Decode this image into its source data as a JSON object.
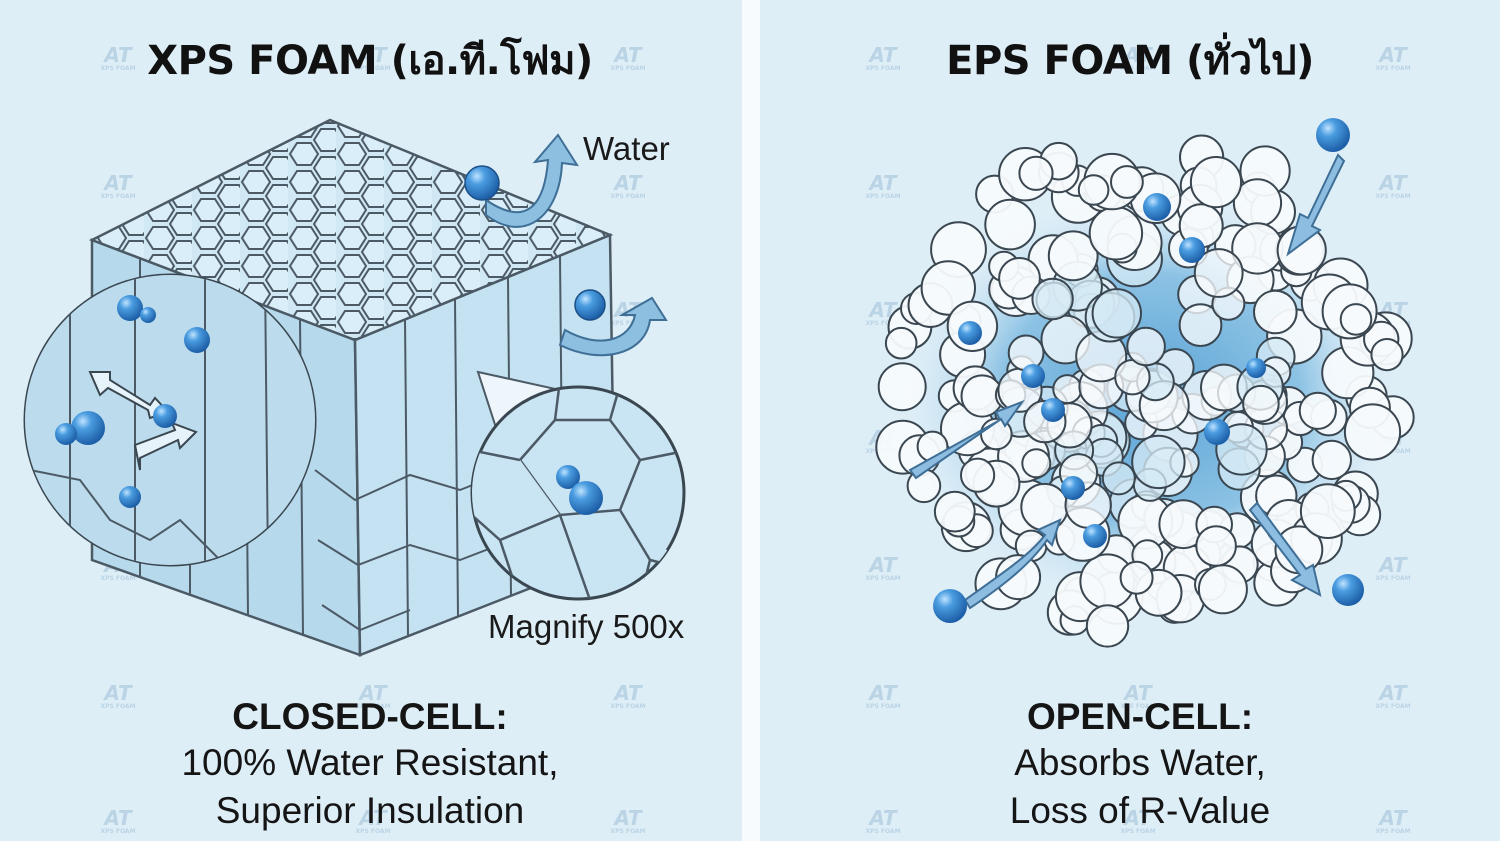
{
  "left": {
    "title": "XPS FOAM (เอ.ที.โฟม)",
    "water_label": "Water",
    "magnify_label": "Magnify 500x",
    "caption_head": "CLOSED-CELL:",
    "caption_line1": "100% Water Resistant,",
    "caption_line2": "Superior Insulation"
  },
  "right": {
    "title": "EPS FOAM (ทั่วไป)",
    "caption_head": "OPEN-CELL:",
    "caption_line1": "Absorbs Water,",
    "caption_line2": "Loss of R-Value"
  },
  "watermark": {
    "mark": "AT",
    "sub": "XPS FOAM"
  },
  "colors": {
    "background": "#deeef7",
    "foam_face": "#b9dcee",
    "outline": "#4c5a66",
    "water_drop": "#2f7fc9",
    "arrow": "#7fb3d7",
    "water_spread": "#7fb9dd"
  }
}
